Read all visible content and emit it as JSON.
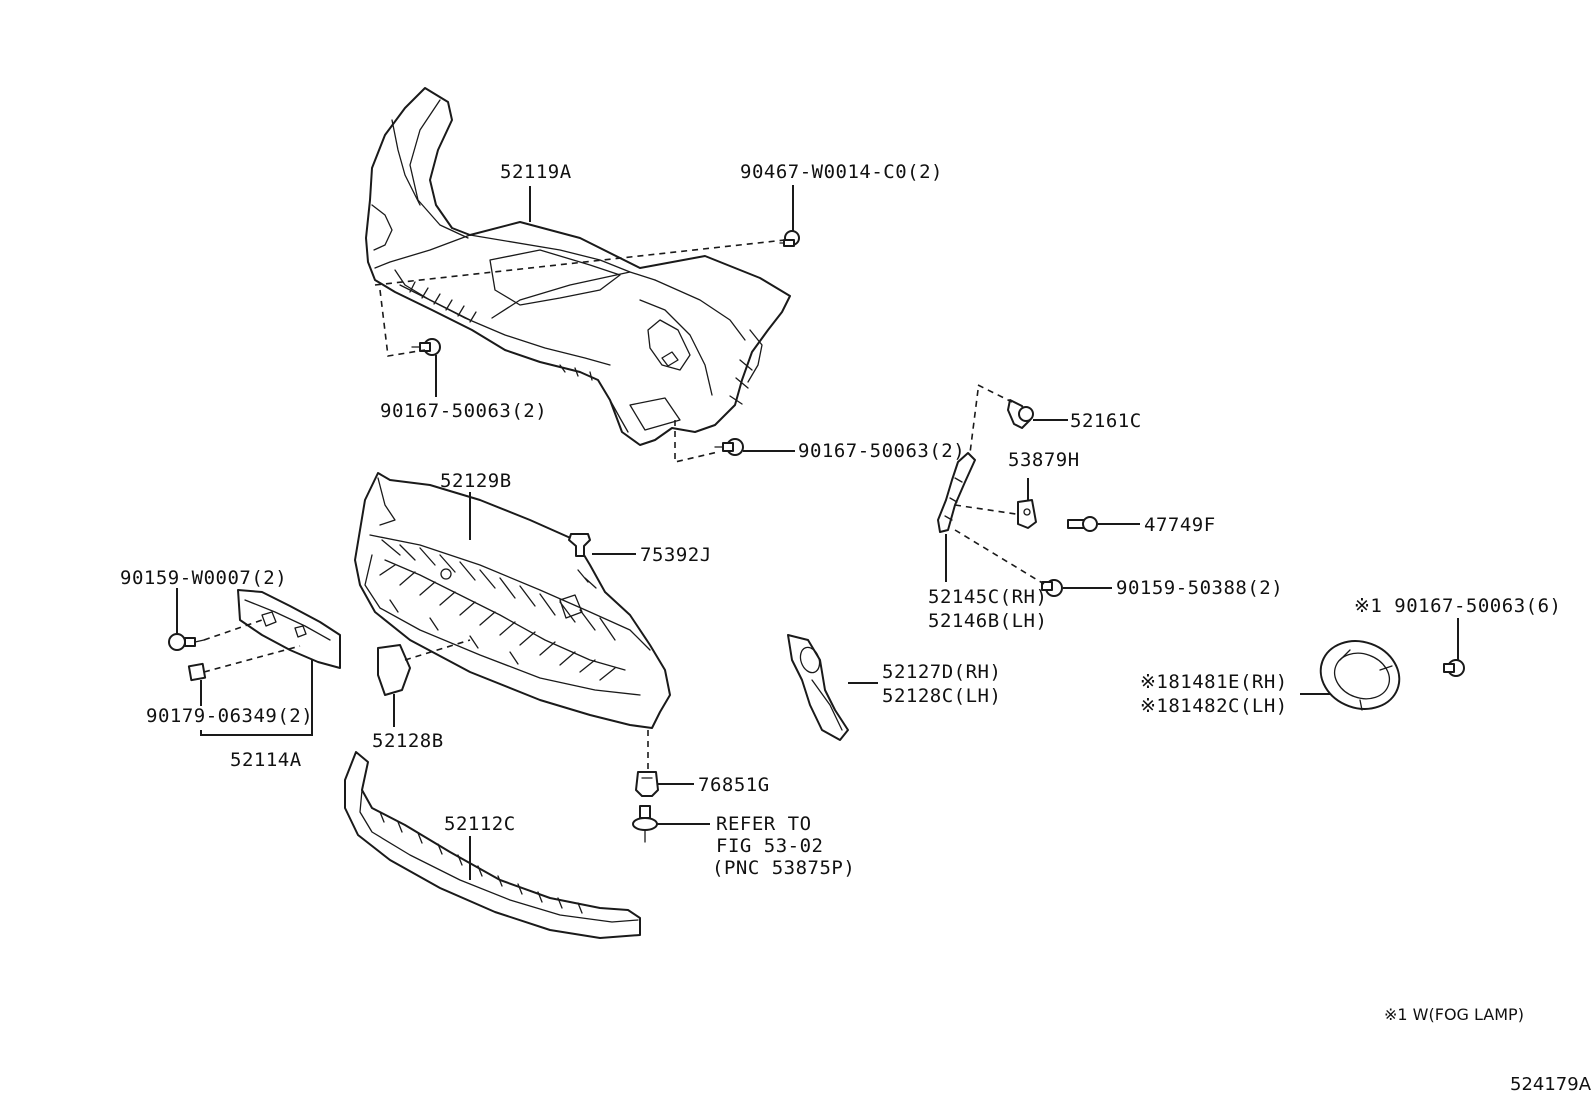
{
  "labels": {
    "p52119A": "52119A",
    "p90467": "90467-W0014-C0(2)",
    "p90167_left": "90167-50063(2)",
    "p90167_right": "90167-50063(2)",
    "p52129B": "52129B",
    "p75392J": "75392J",
    "p52161C": "52161C",
    "p53879H": "53879H",
    "p47749F": "47749F",
    "p52145C": "52145C(RH)",
    "p52146B": "52146B(LH)",
    "p90159_50388": "90159-50388(2)",
    "p90167_fog": "※1 90167-50063(6)",
    "p81481E": "※181481E(RH)",
    "p81482C": "※181482C(LH)",
    "p52127D": "52127D(RH)",
    "p52128C": "52128C(LH)",
    "p90159_W0007": "90159-W0007(2)",
    "p90179": "90179-06349(2)",
    "p52114A": "52114A",
    "p52128B": "52128B",
    "p76851G": "76851G",
    "p52112C": "52112C",
    "refer_line1": "REFER TO",
    "refer_line2": "FIG 53-02",
    "refer_line3": "(PNC 53875P)"
  },
  "footnote": "※1 W(FOG LAMP)",
  "figure_id": "524179A"
}
